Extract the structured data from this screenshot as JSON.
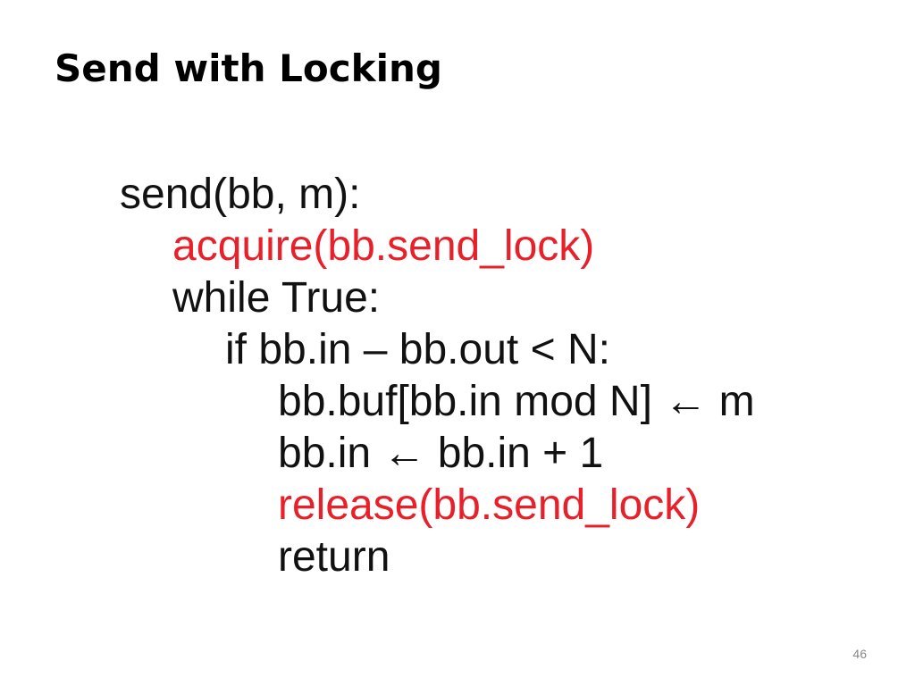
{
  "slide": {
    "title": "Send with Locking",
    "code_lines": [
      {
        "text": "send(bb, m):",
        "indent": 0,
        "highlighted": false
      },
      {
        "text": "acquire(bb.send_lock)",
        "indent": 1,
        "highlighted": true
      },
      {
        "text": "while True:",
        "indent": 1,
        "highlighted": false
      },
      {
        "text": "if bb.in – bb.out < N:",
        "indent": 2,
        "highlighted": false
      },
      {
        "text": "bb.buf[bb.in mod N] ← m",
        "indent": 3,
        "highlighted": false
      },
      {
        "text": "bb.in ← bb.in + 1",
        "indent": 3,
        "highlighted": false
      },
      {
        "text": "release(bb.send_lock)",
        "indent": 3,
        "highlighted": true
      },
      {
        "text": "return",
        "indent": 3,
        "highlighted": false
      }
    ],
    "page_number": "46"
  },
  "colors": {
    "background": "#ffffff",
    "text": "#111111",
    "highlight": "#e8202a",
    "page_number": "#888888"
  }
}
